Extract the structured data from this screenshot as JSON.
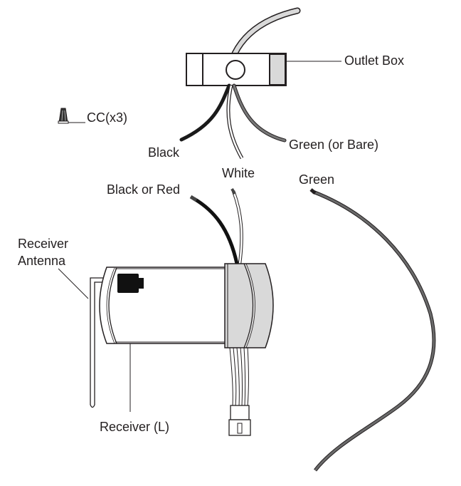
{
  "diagram": {
    "labels": {
      "outlet_box": "Outlet Box",
      "wire_connectors": "CC(x3)",
      "house_black": "Black",
      "house_white": "White",
      "house_green": "Green (or Bare)",
      "receiver_black_red": "Black or Red",
      "receiver_green": "Green",
      "receiver_antenna_line1": "Receiver",
      "receiver_antenna_line2": "Antenna",
      "receiver": "Receiver (L)"
    },
    "colors": {
      "ink": "#231f20",
      "black_wire": "#1a1a1a",
      "green_wire": "#5a5a5a",
      "cable_fill": "#d9d9d9",
      "endcap_fill": "#d9d9d9"
    }
  }
}
